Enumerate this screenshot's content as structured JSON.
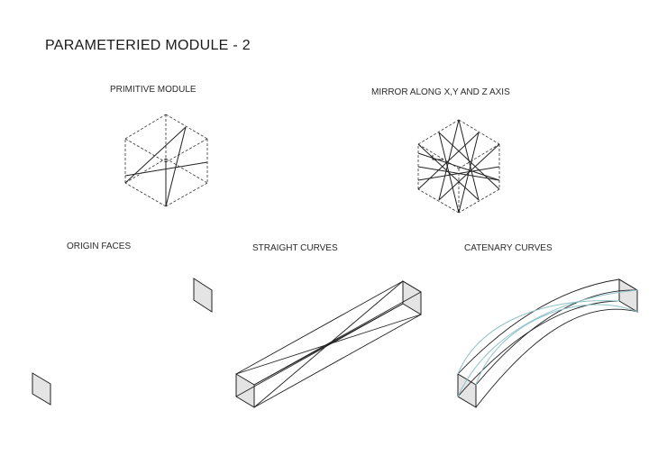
{
  "title": "PARAMETERIED  MODULE - 2",
  "labels": {
    "primitive": "PRIMITIVE MODULE",
    "mirror": "MIRROR ALONG X,Y AND Z AXIS",
    "origin": "ORIGIN FACES",
    "straight": "STRAIGHT CURVES",
    "catenary": "CATENARY CURVES"
  },
  "colors": {
    "line": "#222222",
    "face_fill": "#e4e4e4",
    "curve": "#8fc1c9"
  }
}
